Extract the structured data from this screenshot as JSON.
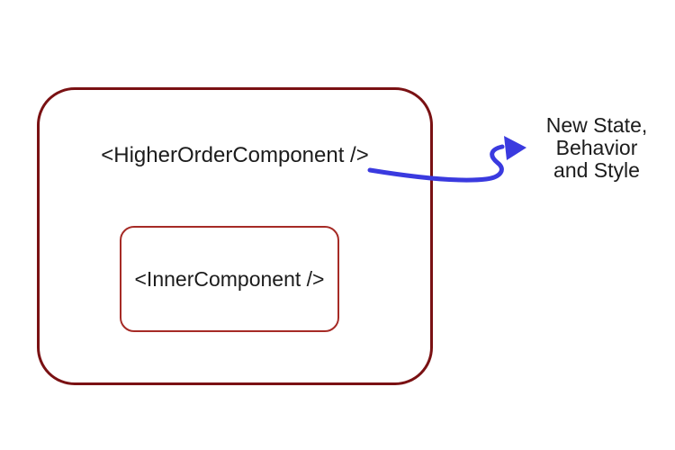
{
  "diagram": {
    "background": "#ffffff",
    "text_color": "#1c1c1c",
    "outer_component": {
      "label": "<HigherOrderComponent />",
      "border_color": "#7a1113"
    },
    "inner_component": {
      "label": "<InnerComponent />",
      "border_color": "#a62b26"
    },
    "arrow": {
      "color": "#3a3adf",
      "style": "curved-squiggle",
      "direction": "right"
    },
    "annotation": {
      "lines": {
        "0": "New State,",
        "1": "Behavior",
        "2": "and Style"
      }
    }
  }
}
